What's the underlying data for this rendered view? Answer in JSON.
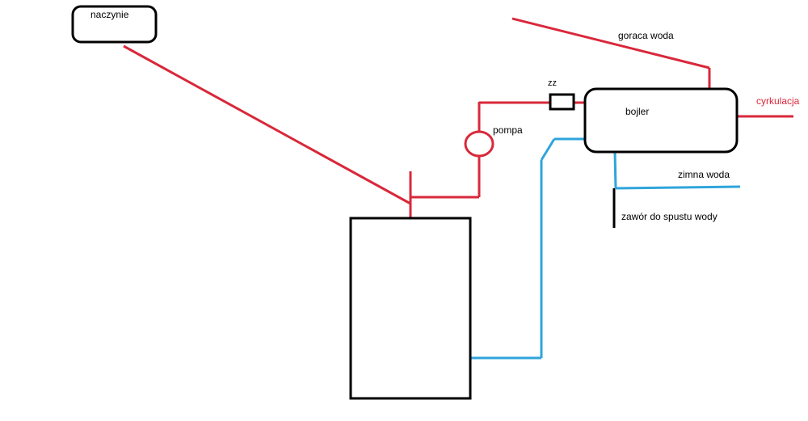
{
  "labels": {
    "vessel": "naczynie",
    "hot_water": "goraca woda",
    "check_valve": "zz",
    "boiler": "bojler",
    "circulation": "cyrkulacja",
    "pump": "pompa",
    "cold_water": "zimna woda",
    "drain_valve": "zawór do spustu wody"
  },
  "colors": {
    "hot_pipe": "#d9283a",
    "cold_pipe": "#2fa4dc",
    "outline": "#000000",
    "circulation_text": "#d9283a"
  }
}
